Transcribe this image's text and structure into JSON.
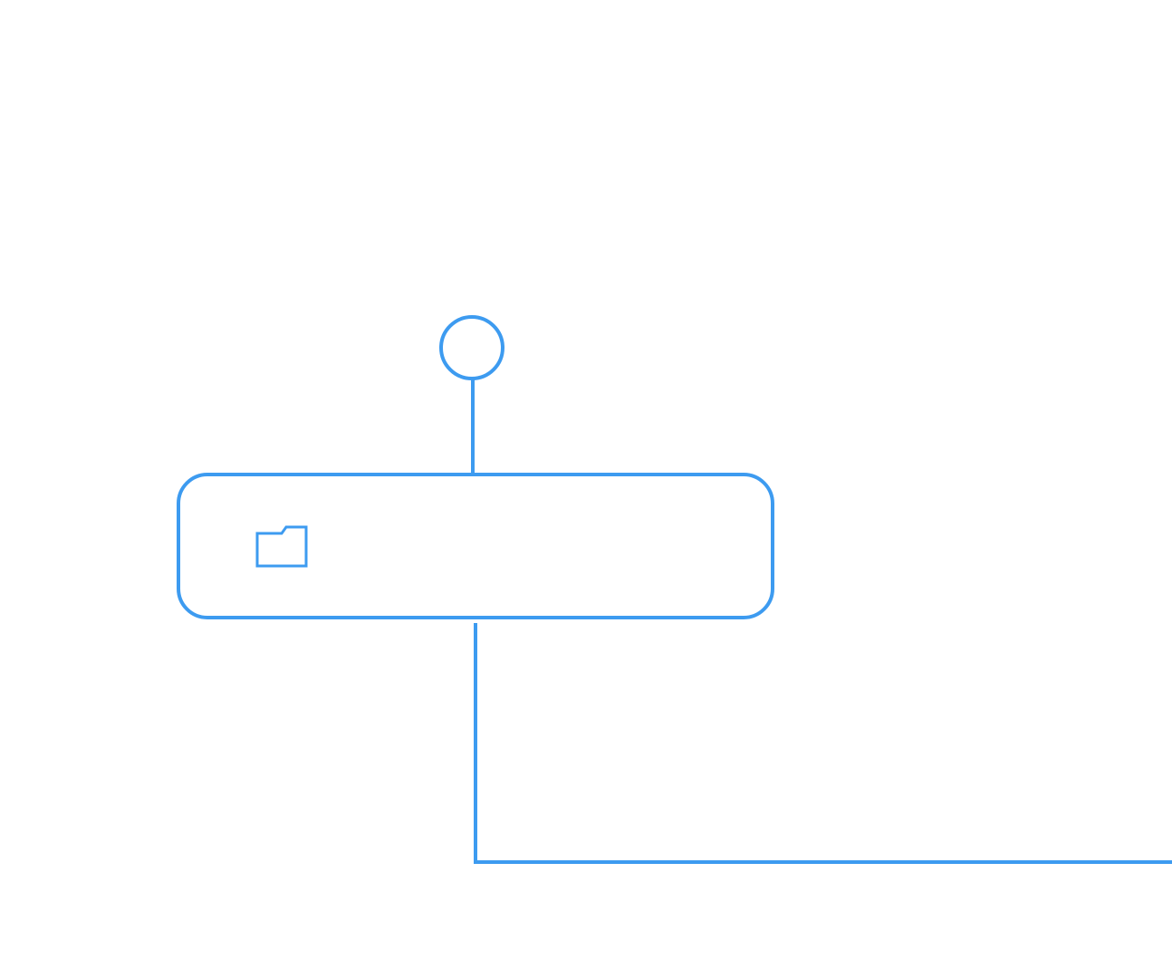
{
  "diagram": {
    "stroke_color": "#3d9bf0",
    "background": "#ffffff",
    "start_node": {
      "shape": "circle"
    },
    "task_node": {
      "icon": "folder-icon",
      "label": ""
    },
    "connectors": [
      "start-to-task",
      "task-to-right-edge"
    ]
  }
}
